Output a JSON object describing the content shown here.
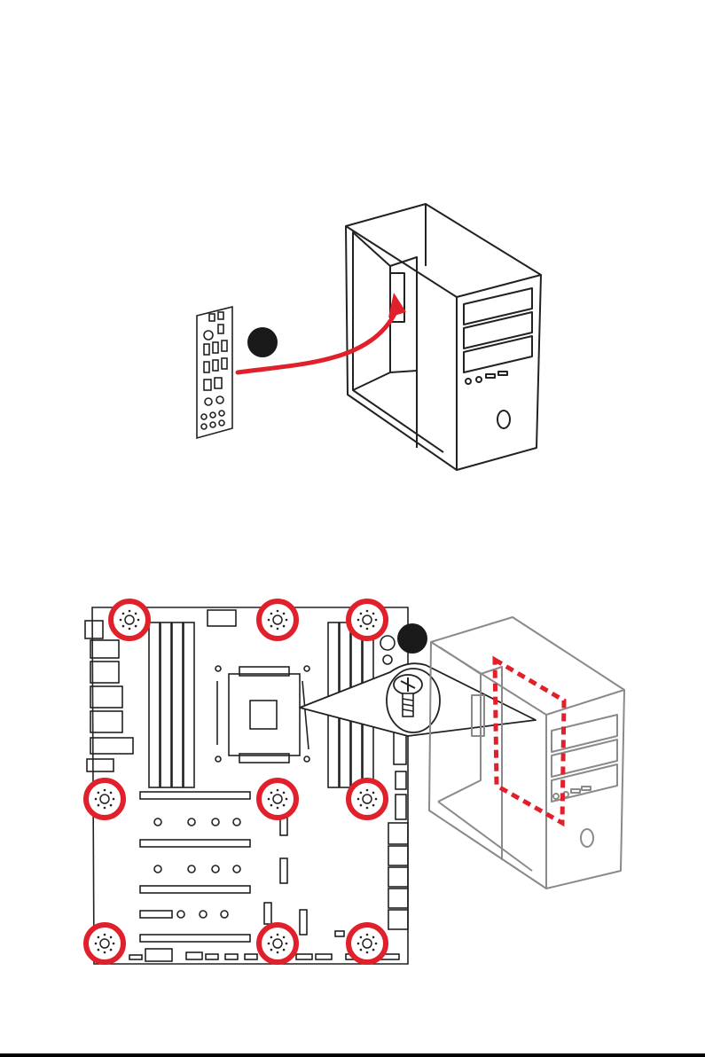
{
  "figures": [
    {
      "name": "io-shield-installation",
      "step_marker": ""
    },
    {
      "name": "motherboard-mounting",
      "step_marker": "",
      "standoff_count": 9
    }
  ],
  "colors": {
    "accent_red": "#e0202a",
    "line": "#222222",
    "case_outline_light": "#8a8a8a",
    "marker_fill": "#1a1a1a"
  }
}
